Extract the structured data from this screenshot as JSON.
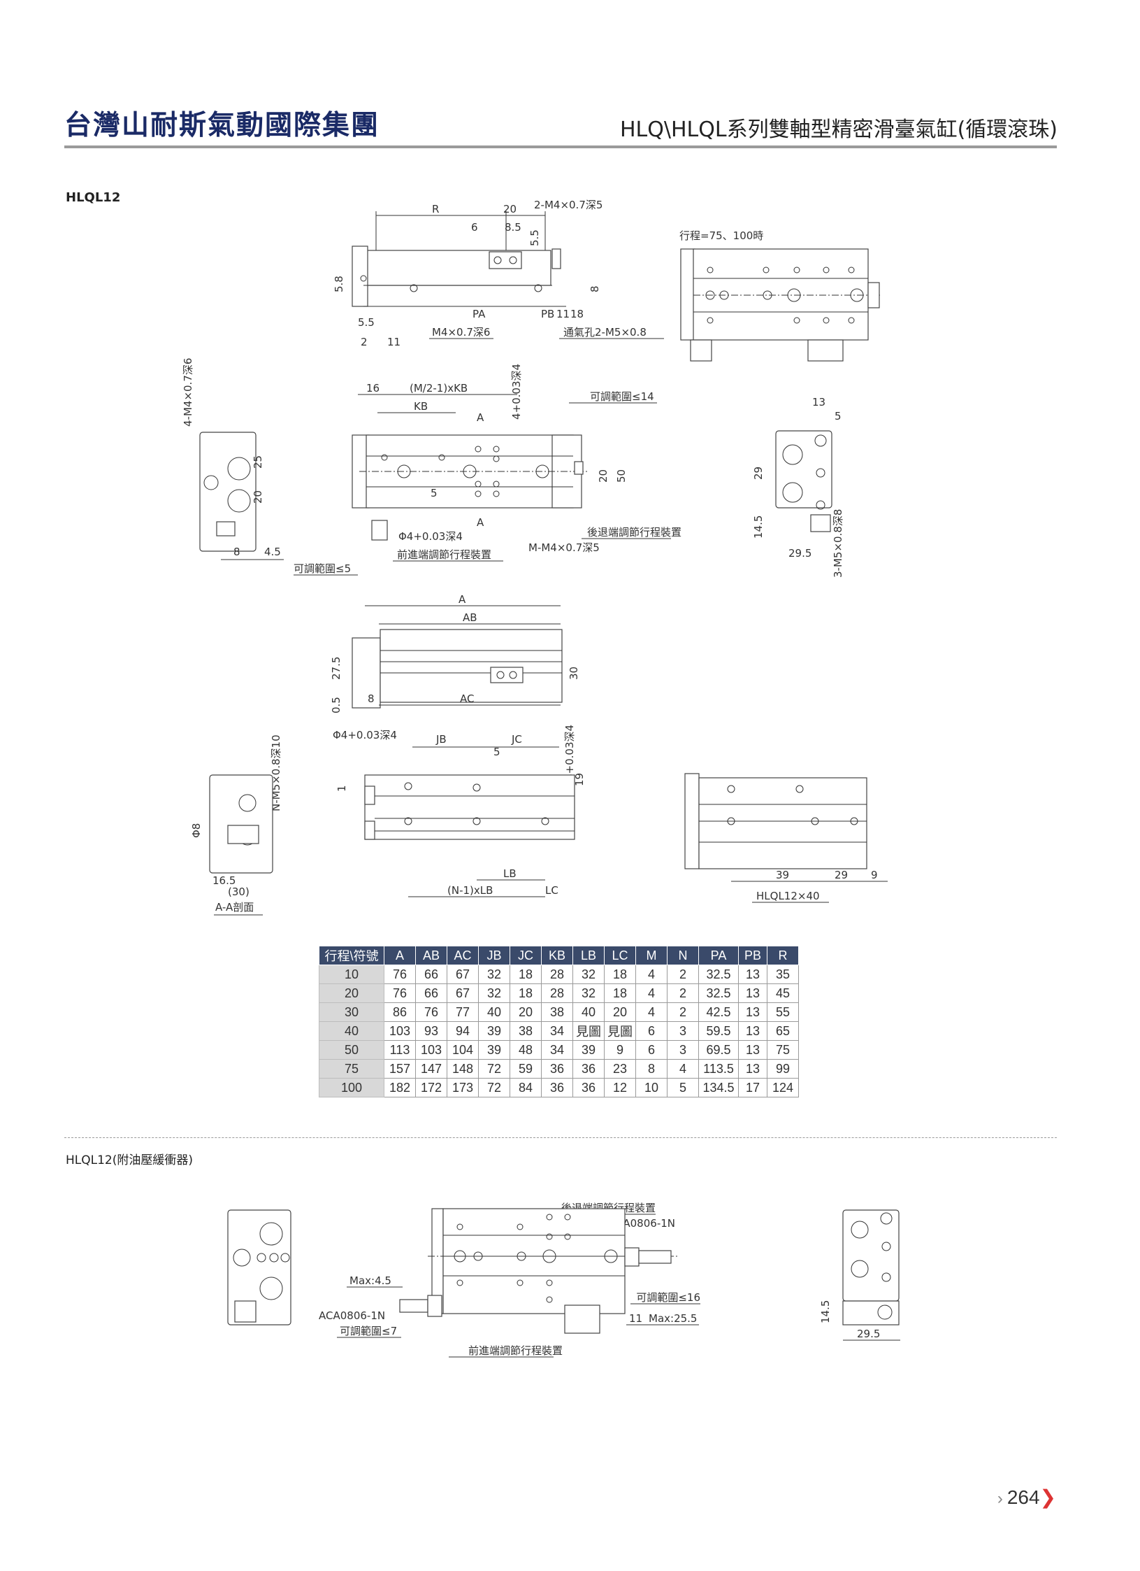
{
  "header": {
    "brand": "台灣山耐斯氣動國際集團",
    "doc_title": "HLQ\\HLQL系列雙軸型精密滑臺氣缸(循環滾珠)"
  },
  "section1": {
    "label": "HLQL12"
  },
  "section2": {
    "label": "HLQL12(附油壓緩衝器)"
  },
  "drawing_labels": {
    "top": [
      "R",
      "20",
      "2-M4×0.7深5",
      "6",
      "8.5",
      "5.5",
      "5.8",
      "8",
      "5.5",
      "PA",
      "PB",
      "11",
      "18",
      "通氣孔2-M5×0.8",
      "2",
      "11",
      "M4×0.7深6"
    ],
    "stroke_note": "行程=75、100時",
    "mid": [
      "16",
      "(M/2-1)xKB",
      "4+0.03深4",
      "KB",
      "A",
      "可調範圍≤14",
      "20",
      "50",
      "5",
      "Φ4+0.03深4",
      "A",
      "後退端調節行程裝置",
      "M-M4×0.7深5",
      "前進端調節行程裝置",
      "可調範圍≤5"
    ],
    "left_side": [
      "4-M4×0.7深6",
      "25",
      "20",
      "8",
      "4.5"
    ],
    "right_side": [
      "13",
      "5",
      "29",
      "14.5",
      "29.5",
      "3-M5×0.8深8"
    ],
    "side_view": [
      "A",
      "AB",
      "27.5",
      "30",
      "0.5",
      "8",
      "AC"
    ],
    "bottom": [
      "Φ4+0.03深4",
      "JB",
      "JC",
      "5",
      "4+0.03深4",
      "1",
      "19",
      "LB",
      "(N-1)xLB",
      "LC"
    ],
    "section_aa": [
      "N-M5×0.8深10",
      "Φ8",
      "16.5",
      "(30)",
      "A-A剖面"
    ],
    "hlql40": [
      "39",
      "29",
      "9",
      "HLQL12×40"
    ],
    "buffer": [
      "後退端調節行程裝置",
      "ACA0806-1N",
      "Max:4.5",
      "ACA0806-1N",
      "可調範圍≤7",
      "前進端調節行程裝置",
      "可調範圍≤16",
      "11",
      "Max:25.5",
      "14.5",
      "29.5"
    ]
  },
  "table": {
    "headers": [
      "行程\\符號",
      "A",
      "AB",
      "AC",
      "JB",
      "JC",
      "KB",
      "LB",
      "LC",
      "M",
      "N",
      "PA",
      "PB",
      "R"
    ],
    "rows": [
      [
        "10",
        "76",
        "66",
        "67",
        "32",
        "18",
        "28",
        "32",
        "18",
        "4",
        "2",
        "32.5",
        "13",
        "35"
      ],
      [
        "20",
        "76",
        "66",
        "67",
        "32",
        "18",
        "28",
        "32",
        "18",
        "4",
        "2",
        "32.5",
        "13",
        "45"
      ],
      [
        "30",
        "86",
        "76",
        "77",
        "40",
        "20",
        "38",
        "40",
        "20",
        "4",
        "2",
        "42.5",
        "13",
        "55"
      ],
      [
        "40",
        "103",
        "93",
        "94",
        "39",
        "38",
        "34",
        "見圖",
        "見圖",
        "6",
        "3",
        "59.5",
        "13",
        "65"
      ],
      [
        "50",
        "113",
        "103",
        "104",
        "39",
        "48",
        "34",
        "39",
        "9",
        "6",
        "3",
        "69.5",
        "13",
        "75"
      ],
      [
        "75",
        "157",
        "147",
        "148",
        "72",
        "59",
        "36",
        "36",
        "23",
        "8",
        "4",
        "113.5",
        "13",
        "99"
      ],
      [
        "100",
        "182",
        "172",
        "173",
        "72",
        "84",
        "36",
        "36",
        "12",
        "10",
        "5",
        "134.5",
        "17",
        "124"
      ]
    ]
  },
  "footer": {
    "page_number": "264"
  }
}
